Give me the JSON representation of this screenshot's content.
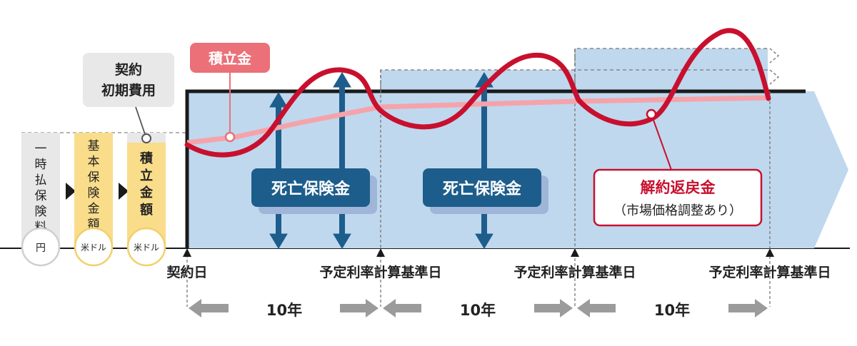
{
  "labels": {
    "premium": [
      "一",
      "時",
      "払",
      "保",
      "険",
      "料"
    ],
    "basic_amount": [
      "基",
      "本",
      "保",
      "険",
      "金",
      "額"
    ],
    "accumulated_amount": [
      "積",
      "立",
      "金",
      "額"
    ],
    "unit_yen": "円",
    "unit_usd": "米ドル",
    "initial_cost": [
      "契約",
      "初期費用"
    ],
    "accumulation_callout": "積立金",
    "death_benefit": "死亡保険金",
    "surrender_value": "解約返戻金",
    "surrender_note": "（市場価格調整あり）",
    "contract_date": "契約日",
    "base_date": "予定利率計算基準日",
    "period": "10年"
  },
  "colors": {
    "navy": "#1d5d8c",
    "light_blue": "#bfd8ee",
    "red": "#c8102e",
    "pink": "#f08c95",
    "callout_pink": "#eb7078",
    "yellow": "#f9dd8a",
    "gray_box": "#e8e8e8",
    "black": "#1a1a1a",
    "arrow_gray": "#9b9b9b"
  }
}
